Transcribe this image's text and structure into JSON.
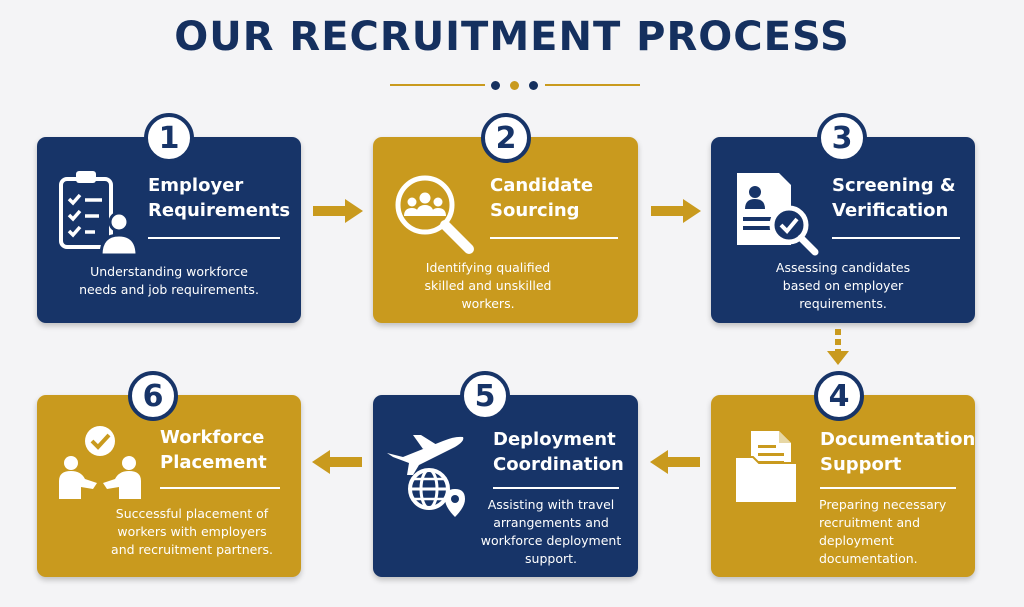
{
  "title": "OUR RECRUITMENT PROCESS",
  "colors": {
    "navy": "#173468",
    "gold": "#c99a1e",
    "background": "#f4f4f6"
  },
  "steps": [
    {
      "number": "1",
      "title_line1": "Employer",
      "title_line2": "Requirements",
      "desc_line1": "Understanding workforce",
      "desc_line2": "needs and job requirements.",
      "desc_line3": "",
      "icon": "clipboard-checklist-person-icon",
      "color": "navy"
    },
    {
      "number": "2",
      "title_line1": "Candidate",
      "title_line2": "Sourcing",
      "desc_line1": "Identifying qualified",
      "desc_line2": "skilled and unskilled",
      "desc_line3": "workers.",
      "icon": "magnifier-people-icon",
      "color": "gold"
    },
    {
      "number": "3",
      "title_line1": "Screening &",
      "title_line2": "Verification",
      "desc_line1": "Assessing candidates",
      "desc_line2": "based on employer",
      "desc_line3": "requirements.",
      "icon": "id-document-check-icon",
      "color": "navy"
    },
    {
      "number": "4",
      "title_line1": "Documentation",
      "title_line2": "Support",
      "desc_line1": "Preparing necessary",
      "desc_line2": "recruitment and",
      "desc_line3": "deployment",
      "desc_line4": "documentation.",
      "icon": "folder-document-icon",
      "color": "gold"
    },
    {
      "number": "5",
      "title_line1": "Deployment",
      "title_line2": "Coordination",
      "desc_line1": "Assisting with travel",
      "desc_line2": "arrangements and",
      "desc_line3": "workforce deployment",
      "desc_line4": "support.",
      "icon": "airplane-globe-icon",
      "color": "navy"
    },
    {
      "number": "6",
      "title_line1": "Workforce",
      "title_line2": "Placement",
      "desc_line1": "Successful placement of",
      "desc_line2": "workers with employers",
      "desc_line3": "and recruitment partners.",
      "icon": "handshake-check-icon",
      "color": "gold"
    }
  ]
}
